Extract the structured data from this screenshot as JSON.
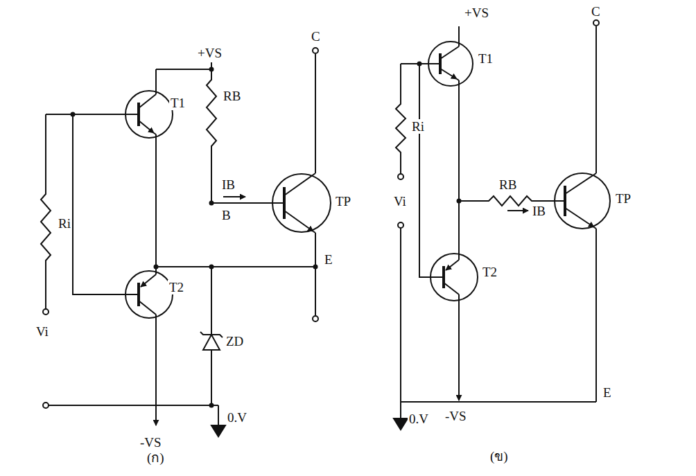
{
  "diagram": {
    "labels": [
      "+VS",
      "T1",
      "RB",
      "C",
      "IB",
      "B",
      "TP",
      "Ri",
      "E",
      "T2",
      "Vi",
      "ZD",
      "-VS",
      "0.V",
      "(ก)",
      "+VS",
      "C",
      "T1",
      "Ri",
      "RB",
      "TP",
      "IB",
      "Vi",
      "T2",
      "E",
      "0.V",
      "-VS",
      "(ข)"
    ]
  }
}
